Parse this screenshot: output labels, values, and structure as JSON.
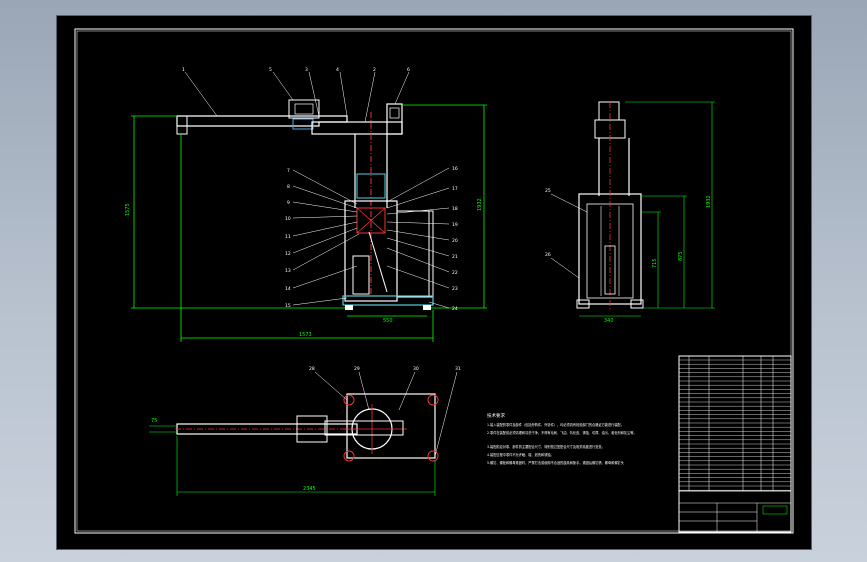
{
  "drawing": {
    "side_view": {
      "callouts_top": [
        "1",
        "5",
        "3",
        "4",
        "2",
        "6"
      ],
      "callouts_left": [
        "7",
        "8",
        "9",
        "10",
        "11",
        "12",
        "13",
        "14",
        "15"
      ],
      "callouts_right": [
        "16",
        "17",
        "18",
        "19",
        "20",
        "21",
        "22",
        "23",
        "24"
      ],
      "dim_height": "1575",
      "dim_height_right": "1932",
      "dim_base_width": "550",
      "dim_total_width": "1573"
    },
    "end_view": {
      "callouts": [
        "25",
        "26"
      ],
      "dim_width": "340",
      "dim_h1": "715",
      "dim_h2": "875",
      "dim_h3": "1932"
    },
    "plan_view": {
      "callouts": [
        "28",
        "29",
        "30",
        "31"
      ],
      "dim_left": "75",
      "dim_total": "2345"
    },
    "notes": {
      "title": "技术要求",
      "lines": [
        "1.装入装配的零件及部件（包括外购件、外协件），均必须具有检验部门的合格证方能进行装配。",
        "2.零件在装配前必须清理和清洗干净，不得有毛刺、飞边、氧化皮、锈蚀、切屑、油污、着色剂和灰尘等。",
        "3.装配前应对零、部件的主要配合尺寸，特别是过盈配合尺寸及相关精度进行复查。",
        "4.装配过程中零件不允许磕、碰、划伤和锈蚀。",
        "5.螺钉、螺栓和螺母紧固时，严禁打击或使用不合适的旋具和扳手。紧固后螺钉槽、螺母和螺钉头"
      ]
    }
  }
}
